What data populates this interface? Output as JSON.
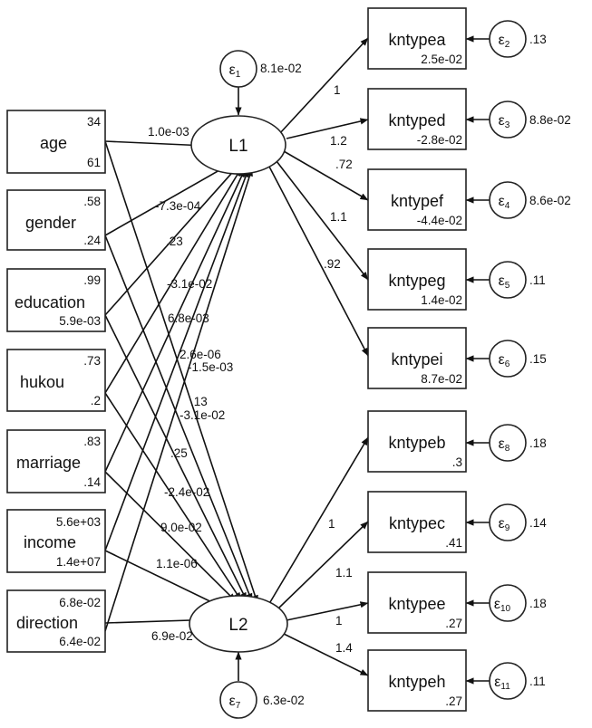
{
  "latents": {
    "L1": {
      "label": "L1"
    },
    "L2": {
      "label": "L2"
    }
  },
  "latent_errors": {
    "e1": {
      "symbol": "ε",
      "sub": "1",
      "value": "8.1e-02"
    },
    "e7": {
      "symbol": "ε",
      "sub": "7",
      "value": "6.3e-02"
    }
  },
  "predictors": [
    {
      "id": "age",
      "label": "age",
      "top": "34",
      "bottom": "61"
    },
    {
      "id": "gender",
      "label": "gender",
      "top": ".58",
      "bottom": ".24"
    },
    {
      "id": "education",
      "label": "education",
      "top": ".99",
      "bottom": "5.9e-03"
    },
    {
      "id": "hukou",
      "label": "hukou",
      "top": ".73",
      "bottom": ".2"
    },
    {
      "id": "marriage",
      "label": "marriage",
      "top": ".83",
      "bottom": ".14"
    },
    {
      "id": "income",
      "label": "income",
      "top": "5.6e+03",
      "bottom": "1.4e+07"
    },
    {
      "id": "direction",
      "label": "direction",
      "top": "6.8e-02",
      "bottom": "6.4e-02"
    }
  ],
  "indicators": [
    {
      "id": "kntypea",
      "label": "kntypea",
      "intercept": "2.5e-02",
      "err_sub": "2",
      "err_value": ".13",
      "loading": "1"
    },
    {
      "id": "kntyped",
      "label": "kntyped",
      "intercept": "-2.8e-02",
      "err_sub": "3",
      "err_value": "8.8e-02",
      "loading": "1.2"
    },
    {
      "id": "kntypef",
      "label": "kntypef",
      "intercept": "-4.4e-02",
      "err_sub": "4",
      "err_value": "8.6e-02",
      "loading": ".72"
    },
    {
      "id": "kntypeg",
      "label": "kntypeg",
      "intercept": "1.4e-02",
      "err_sub": "5",
      "err_value": ".11",
      "loading": "1.1"
    },
    {
      "id": "kntypei",
      "label": "kntypei",
      "intercept": "8.7e-02",
      "err_sub": "6",
      "err_value": ".15",
      "loading": ".92"
    },
    {
      "id": "kntypeb",
      "label": "kntypeb",
      "intercept": ".3",
      "err_sub": "8",
      "err_value": ".18",
      "loading": "1"
    },
    {
      "id": "kntypec",
      "label": "kntypec",
      "intercept": ".41",
      "err_sub": "9",
      "err_value": ".14",
      "loading": "1.1"
    },
    {
      "id": "kntypee",
      "label": "kntypee",
      "intercept": ".27",
      "err_sub": "10",
      "err_value": ".18",
      "loading": "1"
    },
    {
      "id": "kntypeh",
      "label": "kntypeh",
      "intercept": ".27",
      "err_sub": "11",
      "err_value": ".11",
      "loading": "1.4"
    }
  ],
  "path_coefficients": {
    "age_L1": "1.0e-03",
    "gender_L1": "-7.3e-04",
    "education_L1": ".23",
    "hukou_L1": "-3.1e-02",
    "marriage_L1": "6.8e-03",
    "income_L1": "2.6e-06",
    "direction_L1": "-1.5e-03",
    "age_L2": ".13",
    "gender_L2": "-3.1e-02",
    "education_L2": ".25",
    "hukou_L2": "-2.4e-02",
    "marriage_L2": "9.0e-02",
    "income_L2": "1.1e-06",
    "direction_L2": "6.9e-02"
  }
}
